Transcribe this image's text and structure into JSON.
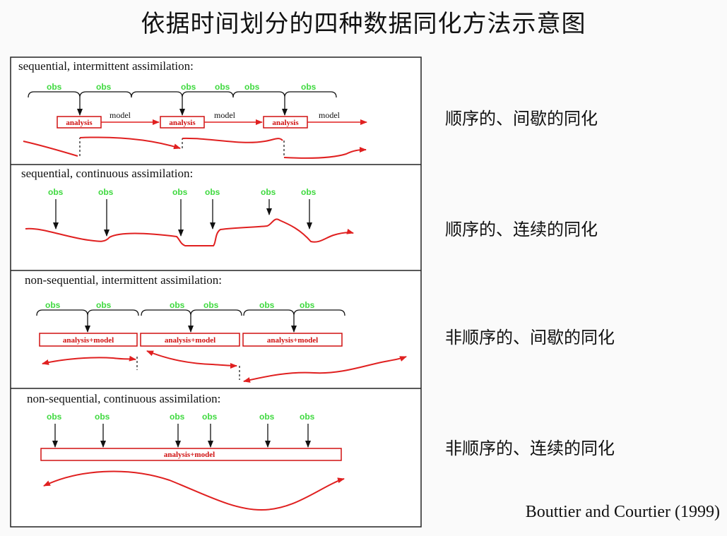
{
  "title": "依据时间划分的四种数据同化方法示意图",
  "panels": [
    {
      "heading": "sequential, intermittent assimilation:",
      "side_label": "顺序的、间歇的同化",
      "obs_label": "obs",
      "box_label": "analysis",
      "model_label": "model"
    },
    {
      "heading": "sequential, continuous assimilation:",
      "side_label": "顺序的、连续的同化",
      "obs_label": "obs"
    },
    {
      "heading": "non-sequential, intermittent assimilation:",
      "side_label": "非顺序的、间歇的同化",
      "obs_label": "obs",
      "box_label": "analysis+model"
    },
    {
      "heading": "non-sequential, continuous assimilation:",
      "side_label": "非顺序的、连续的同化",
      "obs_label": "obs",
      "box_label": "analysis+model"
    }
  ],
  "citation": "Bouttier and Courtier (1999)",
  "colors": {
    "obs": "#3fd93f",
    "curve": "#e02020",
    "box_border": "#d01010",
    "frame": "#222222"
  }
}
